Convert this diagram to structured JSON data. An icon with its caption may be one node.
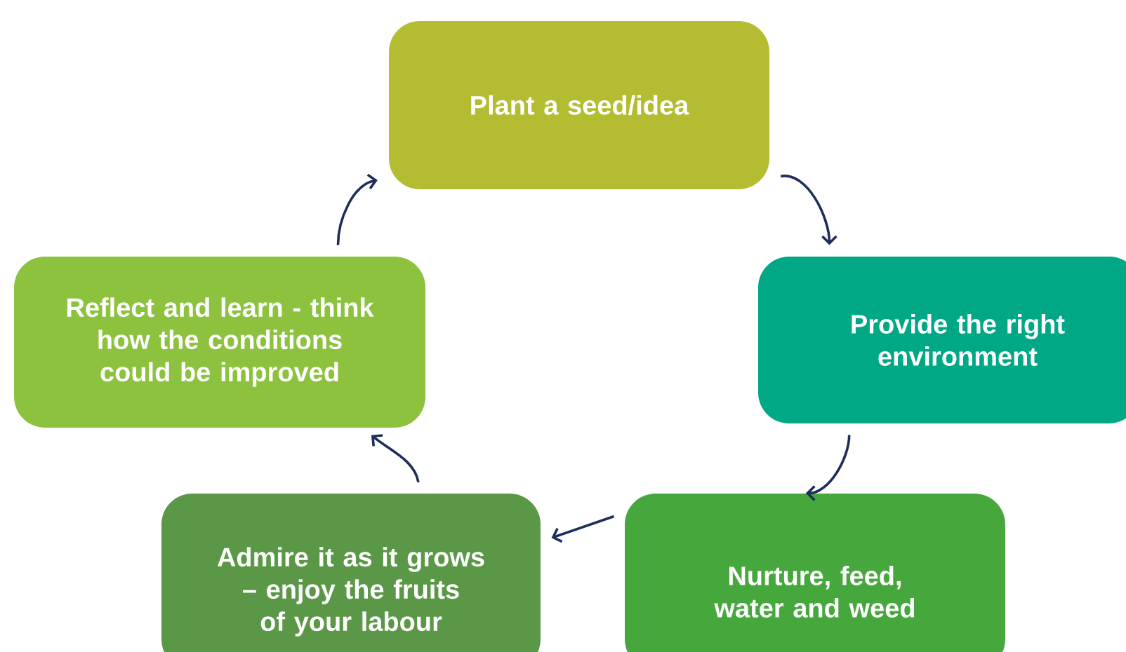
{
  "diagram": {
    "nodes": [
      {
        "text": [
          "Plant a seed/idea"
        ]
      },
      {
        "text": [
          "Provide the right environment"
        ]
      },
      {
        "text": [
          "Nurture, feed, water and weed"
        ]
      },
      {
        "text": [
          "Admire it as it grows – enjoy the fruits of your labour"
        ]
      },
      {
        "text": [
          "Reflect and learn - think how the conditions could be improved"
        ]
      }
    ],
    "edges": [
      {
        "from": 0,
        "to": 1,
        "arrow": "to"
      },
      {
        "from": 1,
        "to": 2,
        "arrow": "to"
      },
      {
        "from": 2,
        "to": 3,
        "arrow": "to"
      },
      {
        "from": 3,
        "to": 4,
        "arrow": "to"
      },
      {
        "from": 4,
        "to": 0,
        "arrow": "to"
      }
    ]
  }
}
